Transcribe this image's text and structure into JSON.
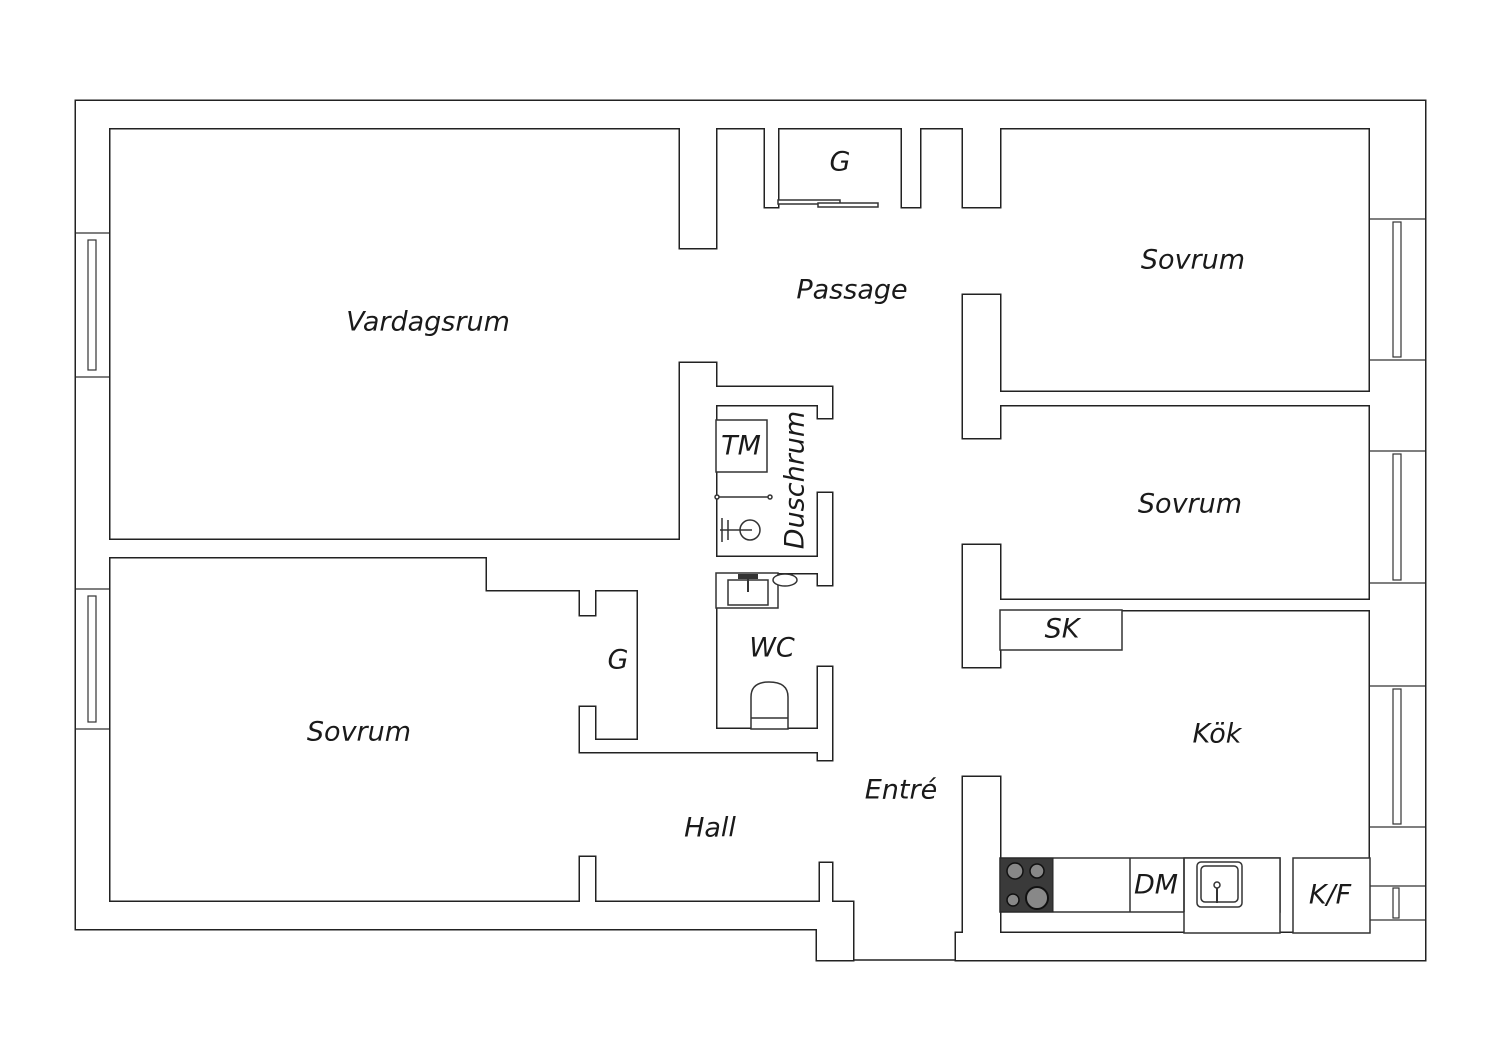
{
  "plan": {
    "rooms": {
      "living_room": "Vardagsrum",
      "passage": "Passage",
      "bedroom_ne": "Sovrum",
      "bedroom_e": "Sovrum",
      "bedroom_sw": "Sovrum",
      "closet_top": "G",
      "closet_sw": "G",
      "shower_room": "Duschrum",
      "wc": "WC",
      "hall": "Hall",
      "entrance": "Entré",
      "kitchen": "Kök",
      "cabinet": "SK"
    },
    "fixtures": {
      "washing_machine": "TM",
      "dishwasher": "DM",
      "fridge_freezer": "K/F"
    },
    "colors": {
      "wall_stroke": "#222222",
      "stove": "#3a3a3a"
    }
  }
}
